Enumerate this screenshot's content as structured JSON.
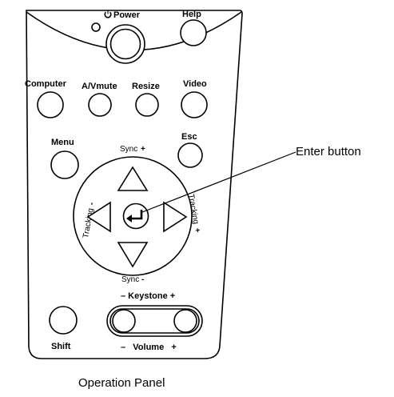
{
  "panel": {
    "buttons": {
      "power": "Power",
      "help": "Help",
      "computer": "Computer",
      "avmute": "A/Vmute",
      "resize": "Resize",
      "video": "Video",
      "menu": "Menu",
      "esc": "Esc",
      "shift": "Shift"
    },
    "dpad": {
      "sync_plus": "Sync",
      "sync_minus": "Sync",
      "tracking_minus": "Tracking",
      "tracking_plus": "Tracking"
    },
    "keystone_label": "– Keystone +",
    "volume_label": "–   Volume   +"
  },
  "callout": {
    "enter_button": "Enter button"
  },
  "caption": "Operation Panel",
  "icons": {
    "power": "power-icon",
    "enter": "enter-return-icon",
    "arrows": [
      "up-arrow-icon",
      "down-arrow-icon",
      "left-arrow-icon",
      "right-arrow-icon"
    ]
  }
}
